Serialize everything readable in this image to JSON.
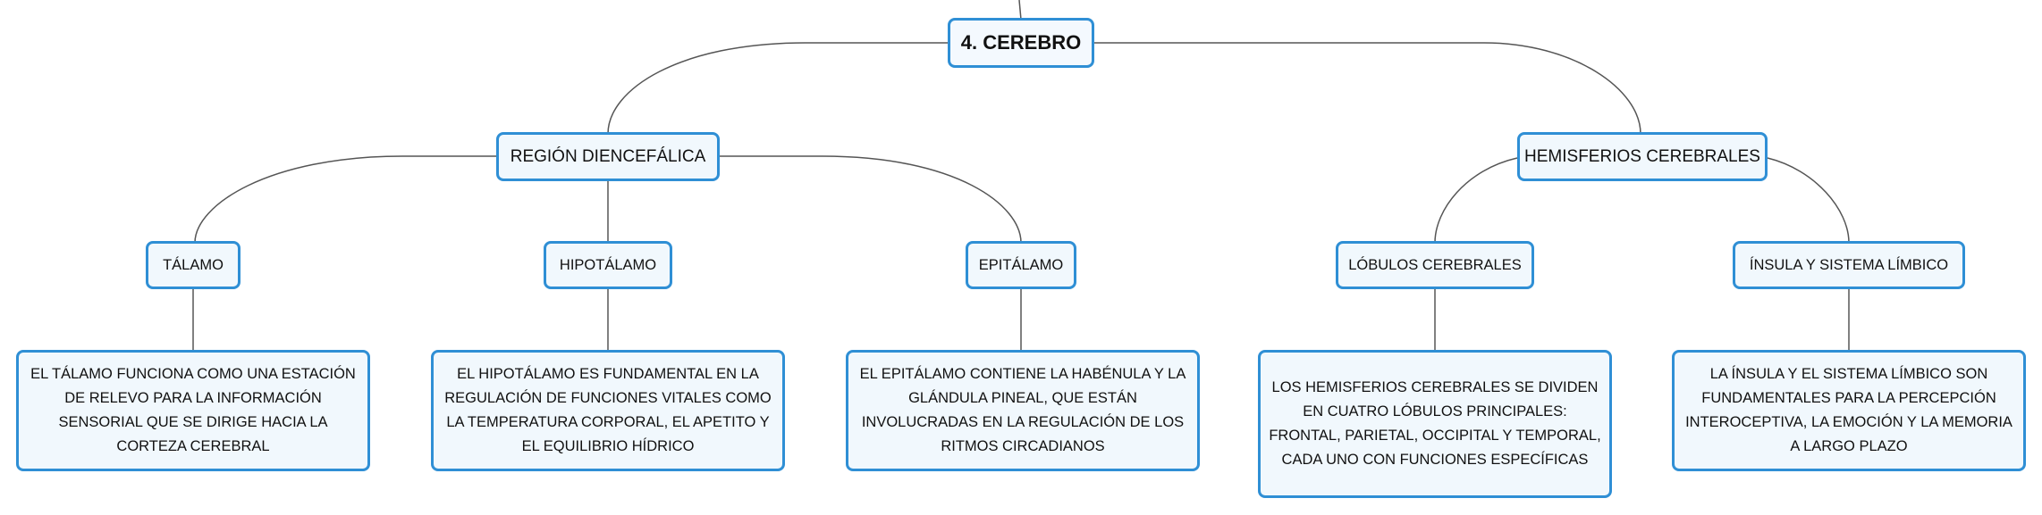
{
  "root": {
    "label": "4. CEREBRO"
  },
  "branches": [
    {
      "label": "REGIÓN DIENCEFÁLICA",
      "children": [
        {
          "label": "TÁLAMO",
          "description": "EL TÁLAMO FUNCIONA COMO UNA ESTACIÓN DE RELEVO PARA LA INFORMACIÓN SENSORIAL QUE SE DIRIGE HACIA LA CORTEZA CEREBRAL"
        },
        {
          "label": "HIPOTÁLAMO",
          "description": "EL HIPOTÁLAMO ES FUNDAMENTAL EN LA REGULACIÓN DE FUNCIONES VITALES COMO LA TEMPERATURA CORPORAL, EL APETITO Y EL EQUILIBRIO HÍDRICO"
        },
        {
          "label": "EPITÁLAMO",
          "description": "EL EPITÁLAMO CONTIENE LA HABÉNULA Y LA GLÁNDULA PINEAL, QUE ESTÁN INVOLUCRADAS EN LA REGULACIÓN DE LOS RITMOS CIRCADIANOS"
        }
      ]
    },
    {
      "label": "HEMISFERIOS CEREBRALES",
      "children": [
        {
          "label": "LÓBULOS CEREBRALES",
          "description": "LOS HEMISFERIOS CEREBRALES SE DIVIDEN EN CUATRO LÓBULOS PRINCIPALES: FRONTAL, PARIETAL, OCCIPITAL Y TEMPORAL, CADA UNO CON FUNCIONES ESPECÍFICAS"
        },
        {
          "label": "ÍNSULA Y SISTEMA LÍMBICO",
          "description": "LA ÍNSULA Y EL SISTEMA LÍMBICO SON FUNDAMENTALES PARA LA PERCEPCIÓN INTEROCEPTIVA, LA EMOCIÓN Y LA MEMORIA A LARGO PLAZO"
        }
      ]
    }
  ],
  "colors": {
    "border": "#2f8fd5",
    "fill": "#f1f8fd",
    "connector": "#555555"
  }
}
